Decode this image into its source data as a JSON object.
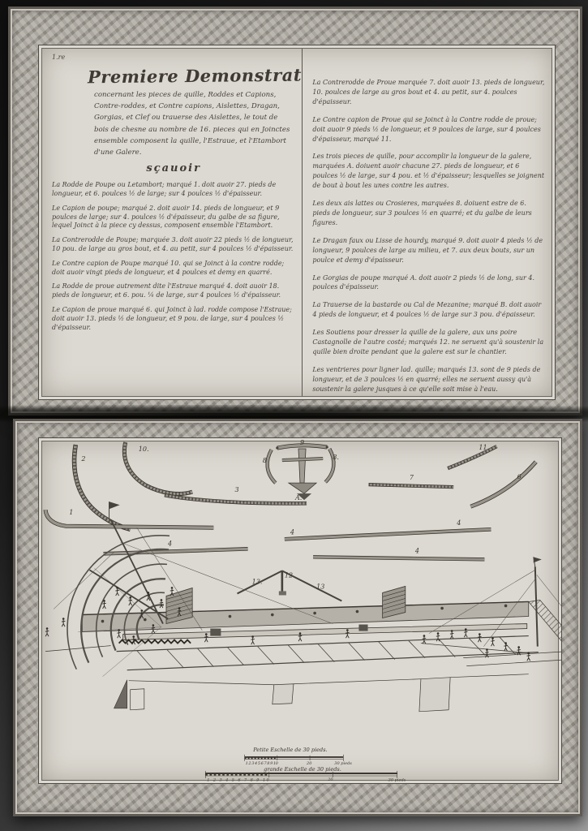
{
  "page_marker": "1.re",
  "left_page": {
    "title": "Premiere Demonstration",
    "intro": "concernant les pieces de quille, Roddes et Capions, Contre-roddes, et Contre capions, Aislettes, Dragan, Gorgias, et Clef ou trauerse des Aislettes, le tout de bois de chesne au nombre de 16. pieces qui en Joinctes ensemble composent la quille, l'Estraue, et l'Etambort d'une Galere.",
    "heading": "sçauoir",
    "paragraphs": [
      "La Rodde de Poupe ou Letambort; marqué 1. doit auoir 27. pieds de longueur, et 6. poulces ½ de large; sur 4 poulces ½ d'épaisseur.",
      "Le Capion de poupe; marqué 2. doit auoir 14. pieds de longueur, et 9 poulces de large; sur 4. poulces ½ d'épaisseur, du galbe de sa figure, lequel Joinct à la piece cy dessus, composent ensemble l'Etambort.",
      "La Contrerodde de Poupe; marquée 3. doit auoir 22 pieds ½ de longueur, 10 pou. de large au gros bout, et 4. au petit, sur 4 poulces ½ d'épaisseur.",
      "Le Contre capion de Poupe marqué 10. qui se Joinct à la contre rodde; doit auoir vingt pieds de longueur, et 4 poulces et demy en quarré.",
      "La Rodde de proue autrement dite l'Estraue marqué 4. doit auoir 18. pieds de longueur, et 6. pou. ¼ de large, sur 4 poulces ½ d'épaisseur.",
      "Le Capion de proue marqué 6. qui Joinct à lad. rodde compose l'Estraue; doit auoir 13. pieds ½ de longueur, et 9 pou. de large, sur 4 poulces ½ d'épaisseur."
    ]
  },
  "right_page": {
    "paragraphs": [
      "La Contrerodde de Proue marquée 7. doit auoir 13. pieds de longueur, 10. poulces de large au gros bout et 4. au petit, sur 4. poulces d'épaisseur.",
      "Le Contre capion de Proue qui se Joinct à la Contre rodde de proue; doit auoir 9 pieds ½ de longueur, et 9 poulces de large, sur 4 poulces d'épaisseur, marqué 11.",
      "Les trois pieces de quille, pour accomplir la longueur de la galere, marquées A. doiuent auoir chacune 27. pieds de longueur, et 6 poulces ½ de large, sur 4 pou. et ½ d'épaisseur; lesquelles se joignent de bout à bout les unes contre les autres.",
      "Les deux ais lattes ou Crosieres, marquées 8. doiuent estre de 6. pieds de longueur, sur 3 poulces ½ en quarré; et du galbe de leurs figures.",
      "Le Dragan faux ou Lisse de hourdy, marqué 9. doit auoir 4 pieds ½ de longueur, 9 poulces de large au milieu, et 7. aux deux bouts, sur un poulce et demy d'épaisseur.",
      "Le Gorgias de poupe marqué A. doit auoir 2 pieds ½ de long, sur 4. poulces d'épaisseur.",
      "La Trauerse de la bastarde ou Cal de Mezanine; marqué B. doit auoir 4 pieds de longueur, et 4 poulces ½ de large sur 3 pou. d'épaisseur.",
      "Les Soutiens pour dresser la quille de la galere, aux uns poire Castagnolle de l'autre costé; marqués 12. ne seruent qu'à soustenir la quille bien droite pendant que la galere est sur le chantier.",
      "Les ventrieres pour ligner lad. quille; marqués 13. sont de 9 pieds de longueur, et de 3 poulces ½ en quarré; elles ne seruent aussy qu'à soustenir la galere jusques à ce qu'elle soit mise à l'eau."
    ]
  },
  "plate": {
    "labels": {
      "piece2": "2",
      "piece10": "10.",
      "piece3": "3",
      "piece1": "1",
      "piece4a": "4",
      "piece4b_left": "4",
      "piece4b_right": "4",
      "piece4c": "4",
      "piece7": "7",
      "piece11": "11",
      "piece6": "6",
      "cross9": "9",
      "bracket8_left": "8",
      "bracket8_right": "8.",
      "gorgiasA": "A.",
      "frame13_left": "13.",
      "frame12": "12",
      "frame13_right": "13"
    },
    "scales": {
      "small": {
        "title": "Petite Eschelle de 30 pieds.",
        "units": "1 2 3 4 5 6 7 8 9 10",
        "twenty": "20",
        "thirty": "30 pieds"
      },
      "large": {
        "title": "grande Eschelle de 30 pieds.",
        "units": "1 2 3 4 5 6 7 8 9 10",
        "twenty": "20",
        "thirty": "30 pieds"
      }
    }
  },
  "colors": {
    "paper": "#dcd9d2",
    "ink": "#443f38",
    "frame": "#aba79f",
    "background": "#101010"
  }
}
